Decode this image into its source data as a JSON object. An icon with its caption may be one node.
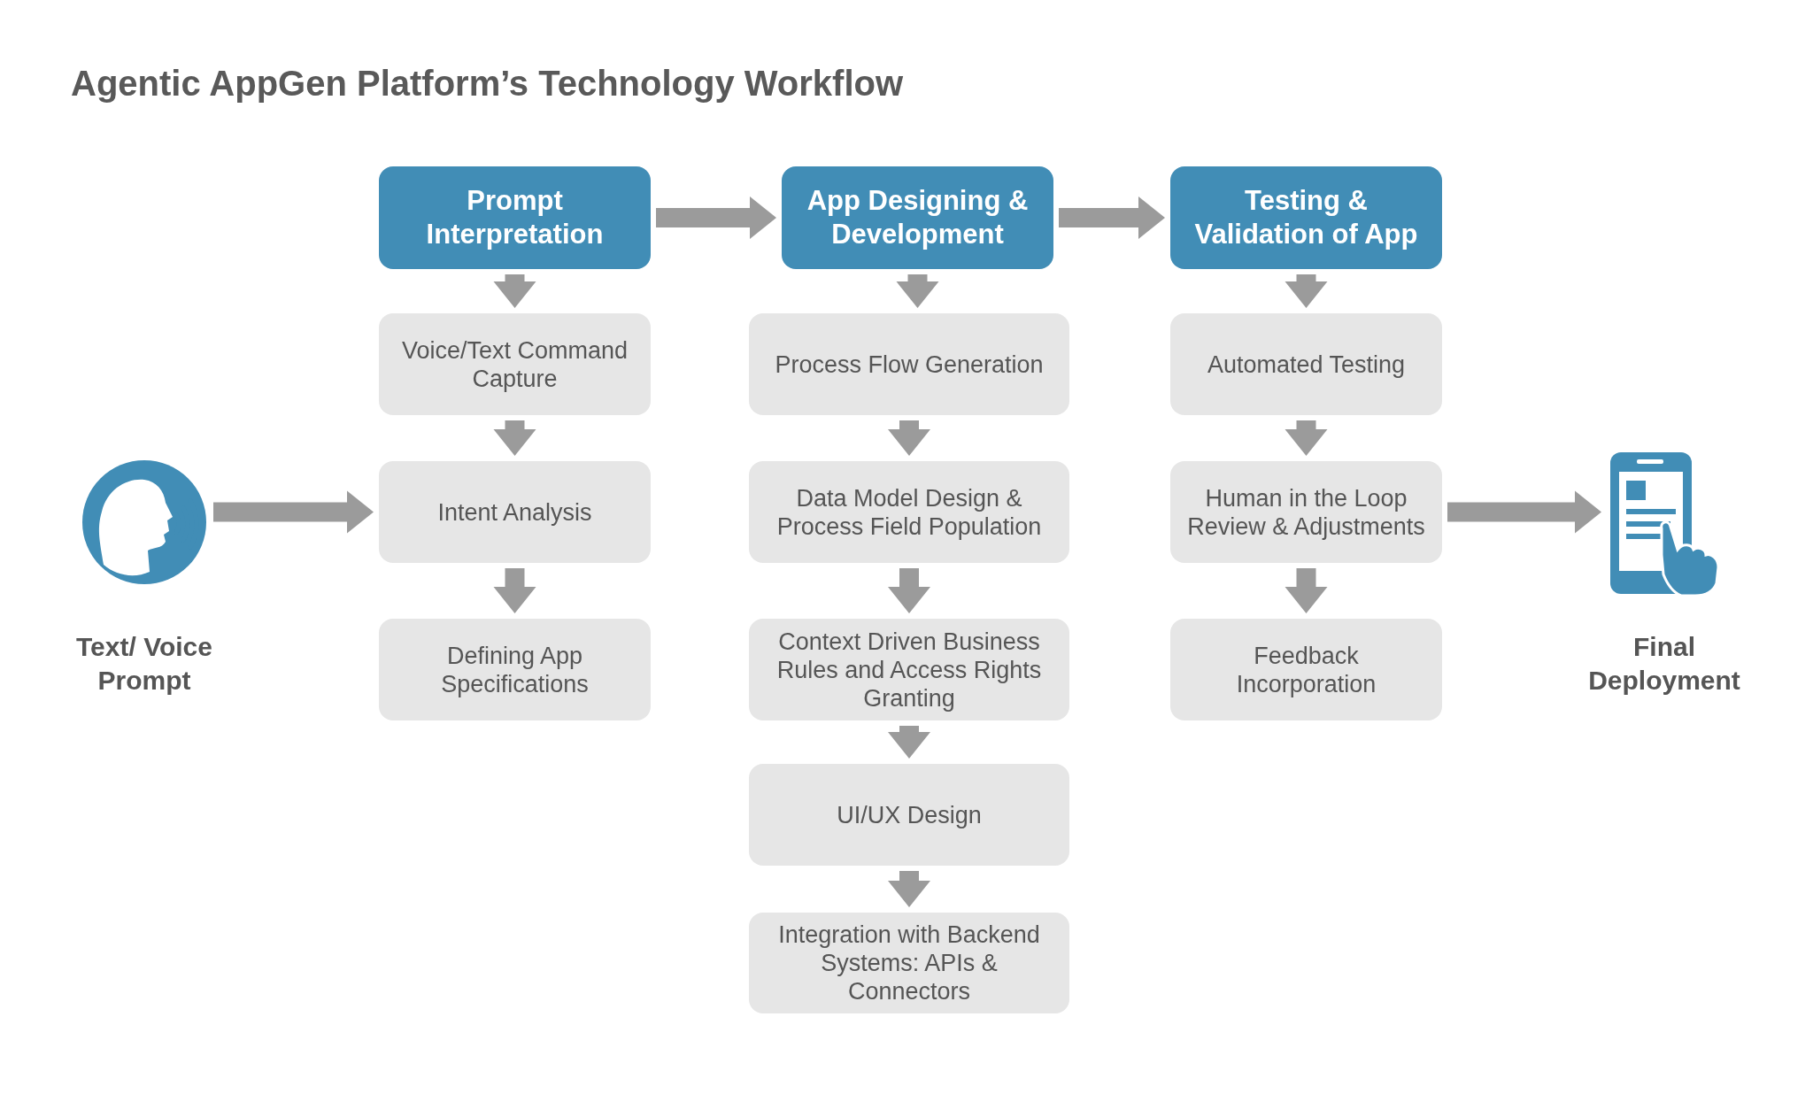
{
  "diagram": {
    "title": "Agentic AppGen Platform’s Technology Workflow",
    "nodes": [
      {
        "text": [],
        "shape": "picture",
        "beside": [
          "Text/ Voice Prompt"
        ]
      },
      {
        "text": [
          "Prompt Interpretation"
        ]
      },
      {
        "text": [
          "Voice/Text Command Capture"
        ]
      },
      {
        "text": [
          "Intent Analysis"
        ]
      },
      {
        "text": [
          "Defining App Specifications"
        ]
      },
      {
        "text": [
          "App Designing & Development"
        ]
      },
      {
        "text": [
          "Process Flow Generation"
        ]
      },
      {
        "text": [
          "Data Model Design & Process Field Population"
        ]
      },
      {
        "text": [
          "Context Driven Business Rules and Access Rights Granting"
        ]
      },
      {
        "text": [
          "UI/UX Design"
        ]
      },
      {
        "text": [
          "Integration with Backend Systems: APIs & Connectors"
        ]
      },
      {
        "text": [
          "Testing & Validation of App"
        ]
      },
      {
        "text": [
          "Automated Testing"
        ]
      },
      {
        "text": [
          "Human in the Loop Review & Adjustments"
        ]
      },
      {
        "text": [
          "Feedback Incorporation"
        ]
      },
      {
        "text": [],
        "shape": "picture",
        "beside": [
          "Final Deployment"
        ]
      }
    ],
    "edges": [
      {
        "from": 0,
        "to": 3,
        "arrow": "to"
      },
      {
        "from": 1,
        "to": 5,
        "arrow": "to"
      },
      {
        "from": 5,
        "to": 11,
        "arrow": "to"
      },
      {
        "from": 1,
        "to": 2,
        "arrow": "to"
      },
      {
        "from": 2,
        "to": 3,
        "arrow": "to"
      },
      {
        "from": 3,
        "to": 4,
        "arrow": "to"
      },
      {
        "from": 5,
        "to": 6,
        "arrow": "to"
      },
      {
        "from": 6,
        "to": 7,
        "arrow": "to"
      },
      {
        "from": 7,
        "to": 8,
        "arrow": "to"
      },
      {
        "from": 8,
        "to": 9,
        "arrow": "to"
      },
      {
        "from": 9,
        "to": 10,
        "arrow": "to"
      },
      {
        "from": 11,
        "to": 12,
        "arrow": "to"
      },
      {
        "from": 12,
        "to": 13,
        "arrow": "to"
      },
      {
        "from": 13,
        "to": 14,
        "arrow": "to"
      },
      {
        "from": 13,
        "to": 15,
        "arrow": "to"
      }
    ]
  }
}
